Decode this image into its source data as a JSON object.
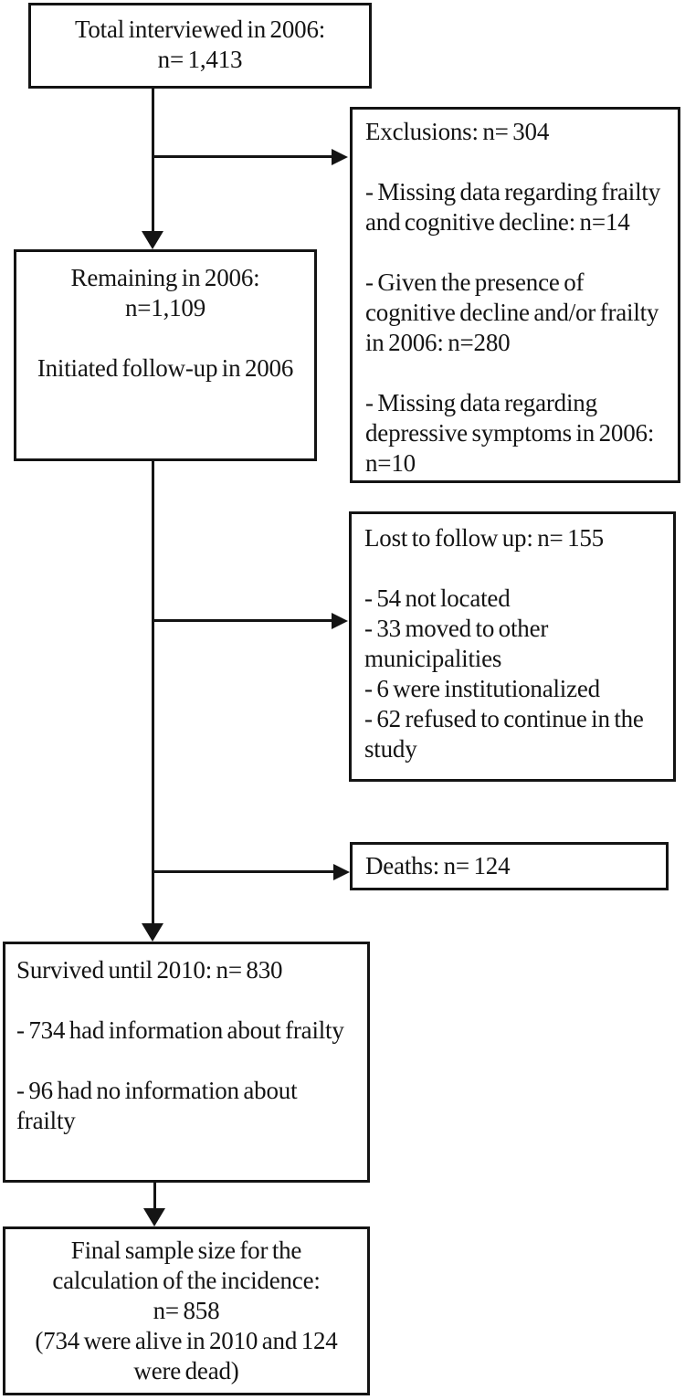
{
  "colors": {
    "ink": "#141414",
    "background": "#ffffff"
  },
  "boxes": {
    "total": {
      "lines": [
        "Total interviewed in 2006:",
        "n= 1,413"
      ]
    },
    "exclusions": {
      "lines": [
        "Exclusions: n= 304",
        "",
        "- Missing data regarding frailty",
        "and cognitive decline: n=14",
        "",
        "- Given the presence of",
        "cognitive decline and/or frailty",
        "in 2006: n=280",
        "",
        "- Missing data regarding",
        "depressive symptoms in 2006:",
        "n=10"
      ]
    },
    "remaining": {
      "lines": [
        "Remaining in 2006:",
        "n=1,109",
        "",
        "Initiated follow-up in 2006"
      ]
    },
    "lost": {
      "lines": [
        "Lost to follow up: n= 155",
        "",
        "- 54 not located",
        "- 33 moved to other",
        "municipalities",
        "- 6 were institutionalized",
        "- 62 refused to continue in the",
        "study"
      ]
    },
    "deaths": {
      "lines": [
        "Deaths: n= 124"
      ]
    },
    "survived": {
      "lines": [
        "Survived until 2010: n= 830",
        "",
        "- 734 had information about frailty",
        "",
        "- 96 had no information about",
        "frailty"
      ]
    },
    "final": {
      "lines": [
        "Final sample size for the",
        "calculation of the incidence:",
        "n= 858",
        "(734 were alive in 2010 and 124",
        "were dead)"
      ]
    }
  }
}
